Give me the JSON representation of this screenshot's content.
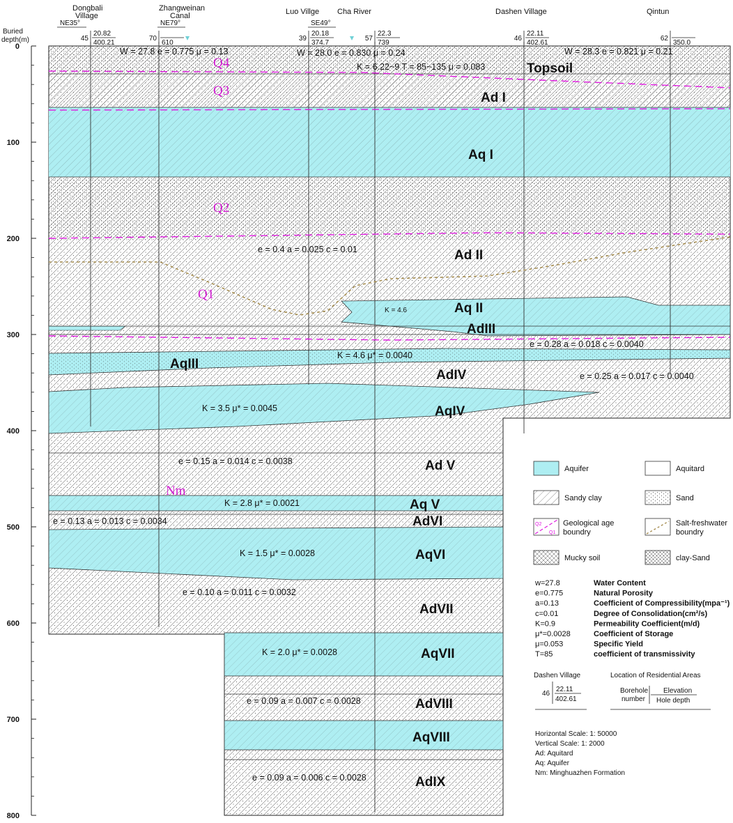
{
  "axis": {
    "title_line1": "Buried",
    "title_line2": "depth(m)",
    "ticks": [
      "0",
      "100",
      "200",
      "300",
      "400",
      "500",
      "600",
      "700",
      "800"
    ]
  },
  "places": {
    "dongbali_1": "Dongbali",
    "dongbali_2": "Village",
    "zhangweinan_1": "Zhangweinan",
    "zhangweinan_2": "Canal",
    "luo": "Luo Villge",
    "cha": "Cha River",
    "dashen": "Dashen Village",
    "qintun": "Qintun"
  },
  "directions": {
    "ne35": "NE35°",
    "ne79": "NE79°",
    "se49": "SE49°"
  },
  "boreholes": [
    {
      "id": "bh-45",
      "number": "45",
      "elevation": "20.82",
      "depth": "400.21"
    },
    {
      "id": "bh-70",
      "number": "70",
      "elevation": "",
      "depth": "610"
    },
    {
      "id": "bh-39",
      "number": "39",
      "elevation": "20.18",
      "depth": "374.7"
    },
    {
      "id": "bh-57",
      "number": "57",
      "elevation": "22.3",
      "depth": "739"
    },
    {
      "id": "bh-46",
      "number": "46",
      "elevation": "22.11",
      "depth": "402.61"
    },
    {
      "id": "bh-62",
      "number": "62",
      "elevation": "",
      "depth": "350.0"
    }
  ],
  "layers": {
    "topsoil": "Topsoil",
    "ad1": "Ad I",
    "aq1": "Aq I",
    "ad2": "Ad II",
    "aq2": "Aq II",
    "ad3": "AdIII",
    "aq3": "AqIII",
    "ad4": "AdIV",
    "aq4": "AqIV",
    "ad5": "Ad V",
    "aq5": "Aq V",
    "ad6": "AdVI",
    "aq6": "AqVI",
    "ad7": "AdVII",
    "aq7": "AqVII",
    "ad8": "AdVIII",
    "aq8": "AqVIII",
    "ad9": "AdIX"
  },
  "ages": {
    "q4": "Q4",
    "q3": "Q3",
    "q2": "Q2",
    "q1": "Q1",
    "nm": "Nm"
  },
  "params": {
    "p1": "W = 27.8  e = 0.775   μ = 0.13",
    "p2": "W = 28.0  e = 0.830   μ = 0.24",
    "p3": "W = 28.3  e = 0.821   μ = 0.21",
    "p4": "K = 6.22~9   T = 85~135   μ = 0.083",
    "p5": "e = 0.4   a = 0.025   c = 0.01",
    "p6": "K = 4.6",
    "p7": "e = 0.28   a = 0.018   c = 0.0040",
    "p8": "K = 4.6   μ* = 0.0040",
    "p9": "e = 0.25   a = 0.017   c = 0.0040",
    "p10": "K = 3.5   μ* = 0.0045",
    "p11": "e = 0.15   a = 0.014   c = 0.0038",
    "p12": "K = 2.8   μ* = 0.0021",
    "p13": "e = 0.13   a = 0.013   c = 0.0034",
    "p14": "K = 1.5   μ* = 0.0028",
    "p15": "e = 0.10   a = 0.011   c = 0.0032",
    "p16": "K = 2.0   μ* = 0.0028",
    "p17": "e = 0.09   a = 0.007   c = 0.0028",
    "p18": "e = 0.09   a = 0.006   c = 0.0028"
  },
  "legend": {
    "aquifer": "Aquifer",
    "aquitard": "Aquitard",
    "sandy_clay": "Sandy clay",
    "sand": "Sand",
    "geo_boundary_1": "Geological age",
    "geo_boundary_2": "boundry",
    "salt_boundary_1": "Salt-freshwater",
    "salt_boundary_2": "boundry",
    "mucky_soil": "Mucky soil",
    "clay_sand": "clay-Sand",
    "q2": "Q2",
    "q1": "Q1",
    "defs": [
      {
        "sym": "w=27.8",
        "desc": "Water Content"
      },
      {
        "sym": "e=0.775",
        "desc": "Natural Porosity"
      },
      {
        "sym": "a=0.13",
        "desc": "Coefficient of Compressibility(mpa⁻¹)"
      },
      {
        "sym": "c=0.01",
        "desc": "Degree of Consolidation(cm²/s)"
      },
      {
        "sym": "K=0.9",
        "desc": "Permeability Coefficient(m/d)"
      },
      {
        "sym": "μ*=0.0028",
        "desc": "Coefficient of Storage"
      },
      {
        "sym": "μ=0.053",
        "desc": "Specific Yield"
      },
      {
        "sym": "T=85",
        "desc": "coefficient of transmissivity"
      }
    ],
    "example_place": "Dashen Village",
    "example_number": "46",
    "example_elev": "22.11",
    "example_depth": "402.61",
    "residential": "Location of Residential Areas",
    "bh_number_1": "Borehole",
    "bh_number_2": "number",
    "elev_label": "Elevation",
    "depth_label": "Hole depth",
    "notes": [
      "Horizontal Scale: 1: 50000",
      "Vertical Scale: 1: 2000",
      "Ad: Aquitard",
      "Aq: Aquifer",
      "Nm: Minghuazhen Formation"
    ]
  }
}
